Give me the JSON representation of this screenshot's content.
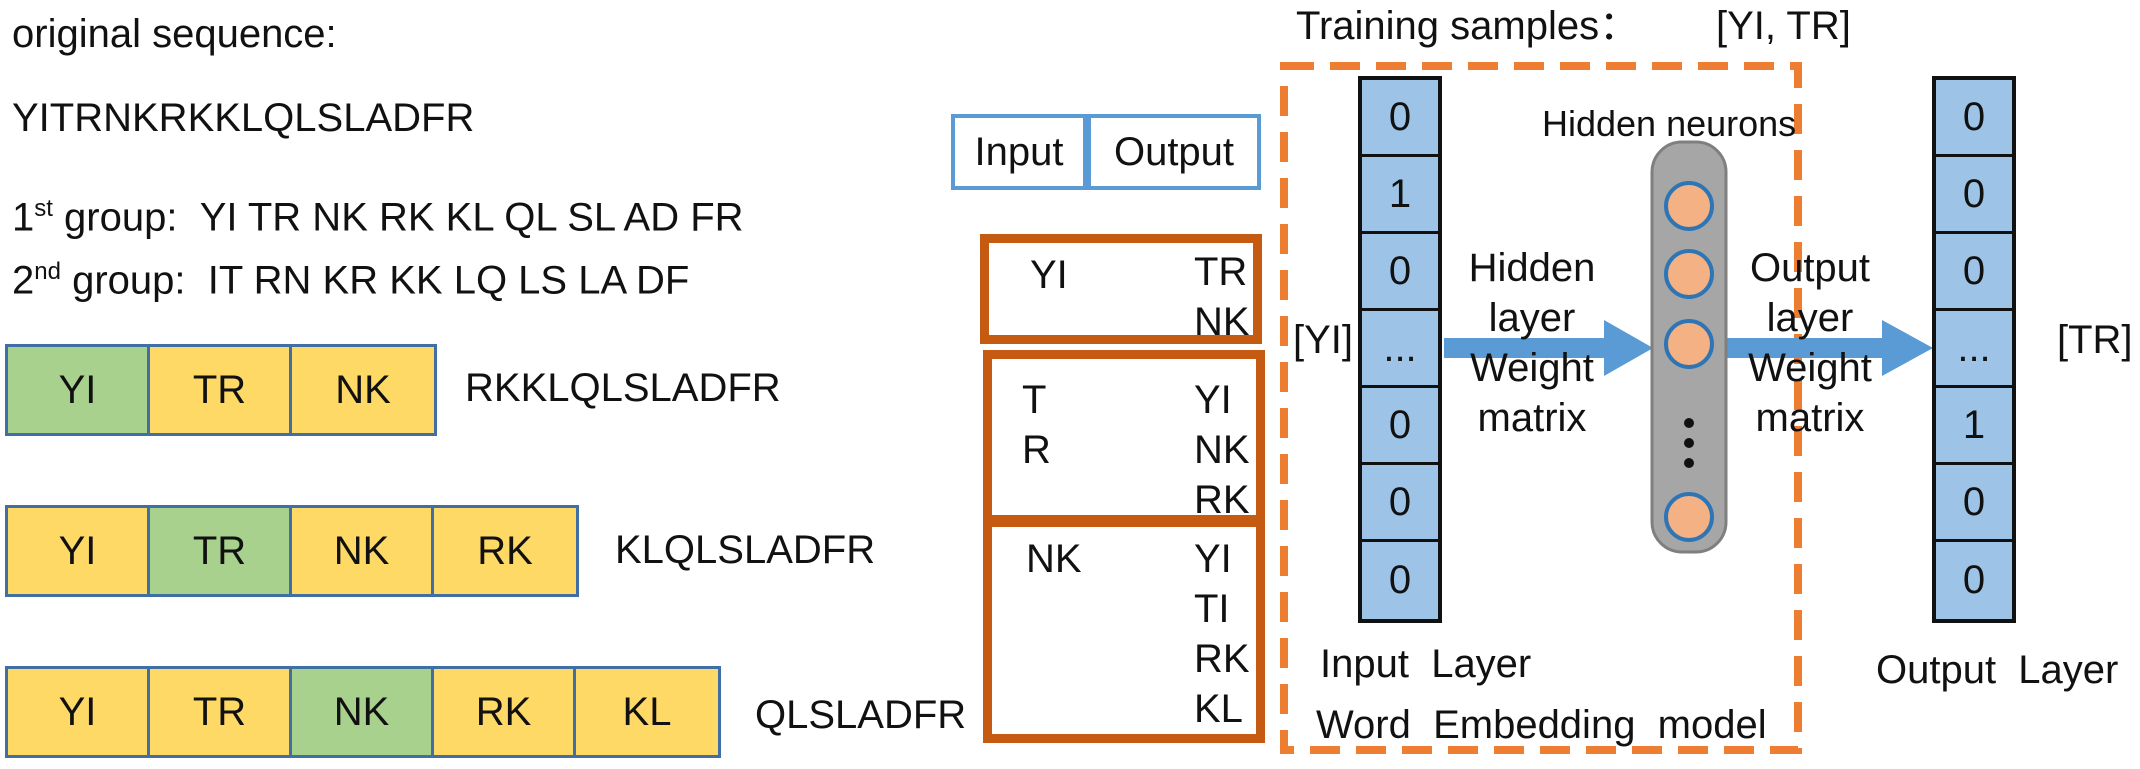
{
  "title": "original sequence:",
  "sequence": "YITRNKRKKLQLSLADFR",
  "groups": [
    {
      "ord": "1",
      "sup": "st",
      "label": " group:",
      "pairs": "YI TR NK RK KL QL SL AD FR"
    },
    {
      "ord": "2",
      "sup": "nd",
      "label": " group:",
      "pairs": "IT RN KR KK LQ LS LA DF"
    }
  ],
  "windows": [
    {
      "cells": [
        {
          "t": "YI",
          "c": "g"
        },
        {
          "t": "TR",
          "c": "y"
        },
        {
          "t": "NK",
          "c": "y"
        }
      ],
      "rest": "RKKLQLSLADFR"
    },
    {
      "cells": [
        {
          "t": "YI",
          "c": "y"
        },
        {
          "t": "TR",
          "c": "g"
        },
        {
          "t": "NK",
          "c": "y"
        },
        {
          "t": "RK",
          "c": "y"
        }
      ],
      "rest": "KLQLSLADFR"
    },
    {
      "cells": [
        {
          "t": "YI",
          "c": "y"
        },
        {
          "t": "TR",
          "c": "y"
        },
        {
          "t": "NK",
          "c": "g"
        },
        {
          "t": "RK",
          "c": "y"
        },
        {
          "t": "KL",
          "c": "y"
        }
      ],
      "rest": "QLSLADFR"
    }
  ],
  "legend": {
    "input": "Input",
    "output": "Output"
  },
  "pairs_table": [
    {
      "input": "YI",
      "outputs": "TR\nNK"
    },
    {
      "input": "T\nR",
      "outputs": "YI\nNK\nRK"
    },
    {
      "input": "NK",
      "outputs": "YI\nTI\nRK\nKL"
    }
  ],
  "model": {
    "samples_label": "Training samples：",
    "samples_value": "[YI, TR]",
    "input_vector": [
      "0",
      "1",
      "0",
      "...",
      "0",
      "0",
      "0"
    ],
    "output_vector": [
      "0",
      "0",
      "0",
      "...",
      "1",
      "0",
      "0"
    ],
    "input_token": "[YI]",
    "output_token": "[TR]",
    "hidden_label": "Hidden neurons",
    "hidden_layer_label": "Hidden\nlayer\nWeight\nmatrix",
    "output_layer_label": "Output\nlayer\nWeight\nmatrix",
    "input_layer_caption": "Input  Layer",
    "output_layer_caption": "Output  Layer",
    "model_caption": "Word  Embedding  model"
  },
  "colors": {
    "yellow": "#ffd966",
    "green": "#a9d18e",
    "cell_border": "#3f6fa5",
    "pair_border": "#c55a11",
    "dashed": "#ed7d31",
    "vector": "#9dc3e6",
    "arrow": "#5b9bd5",
    "neuron": "#f4b183",
    "neuron_ring": "#2e75b6",
    "capsule": "#a6a6a6"
  }
}
